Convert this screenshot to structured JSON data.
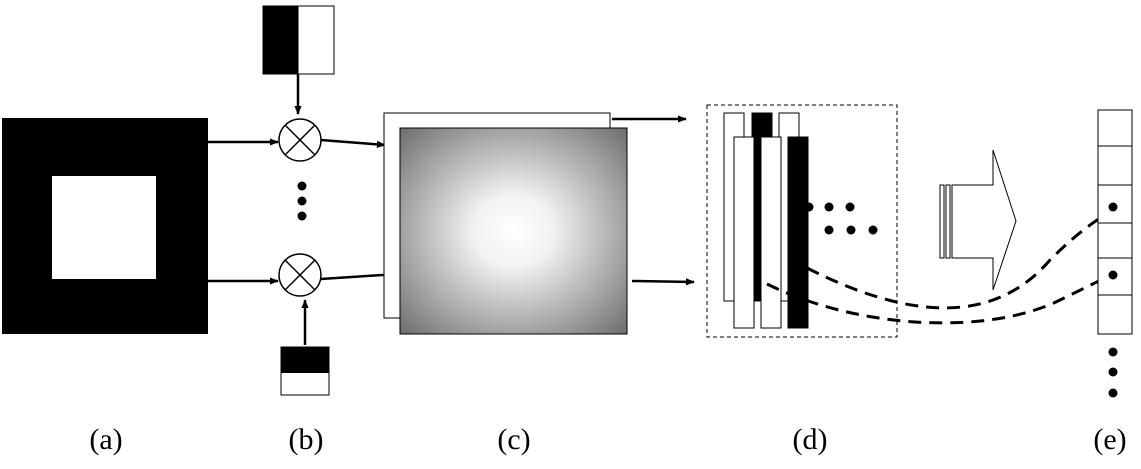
{
  "labels": {
    "a": "(a)",
    "b": "(b)",
    "c": "(c)",
    "d": "(d)",
    "e": "(e)"
  },
  "colors": {
    "ink": "#000000",
    "paper": "#ffffff",
    "gradient_center": "#ffffff",
    "gradient_edge": "#6e6e6e"
  },
  "icons": {
    "multiply": "circled-times-icon",
    "arrow": "arrow-right-icon",
    "block_arrow": "hollow-block-arrow-icon"
  }
}
